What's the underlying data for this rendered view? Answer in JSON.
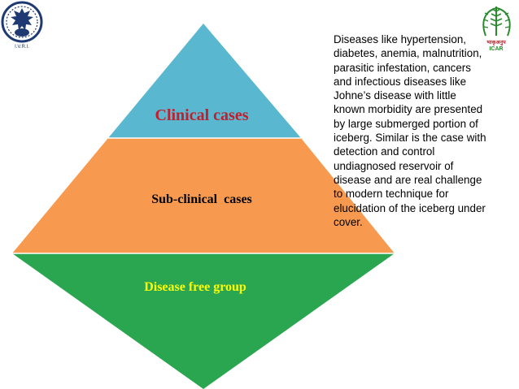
{
  "colors": {
    "clinical": "#59b7d0",
    "subclinical": "#f79a4f",
    "disease_free": "#2aa651",
    "clinical_text": "#c0202d",
    "subclinical_text": "#000000",
    "disease_free_text": "#ffff00",
    "logo_left": "#1f3a72",
    "logo_right": "#2a8a2e"
  },
  "pyramid": {
    "tiers": [
      {
        "label": "Clinical cases"
      },
      {
        "label": "Sub-clinical  cases"
      },
      {
        "label": "Disease free group"
      }
    ]
  },
  "description": "Diseases like hypertension, diabetes,  anemia,  malnutrition, parasitic infestation, cancers and infectious diseases like Johne’s disease  with little known morbidity are presented by large submerged portion of iceberg. Similar is the case with detection and control undiagnosed reservoir of disease and are real challenge to modern technique for elucidation of the iceberg under cover.",
  "logos": {
    "left": {
      "icon": "institute-seal-icon",
      "caption": "I.V.R.I."
    },
    "right": {
      "icon": "icar-wheat-emblem-icon",
      "caption": "ICAR",
      "hindi": "भाकृअनुप"
    }
  }
}
